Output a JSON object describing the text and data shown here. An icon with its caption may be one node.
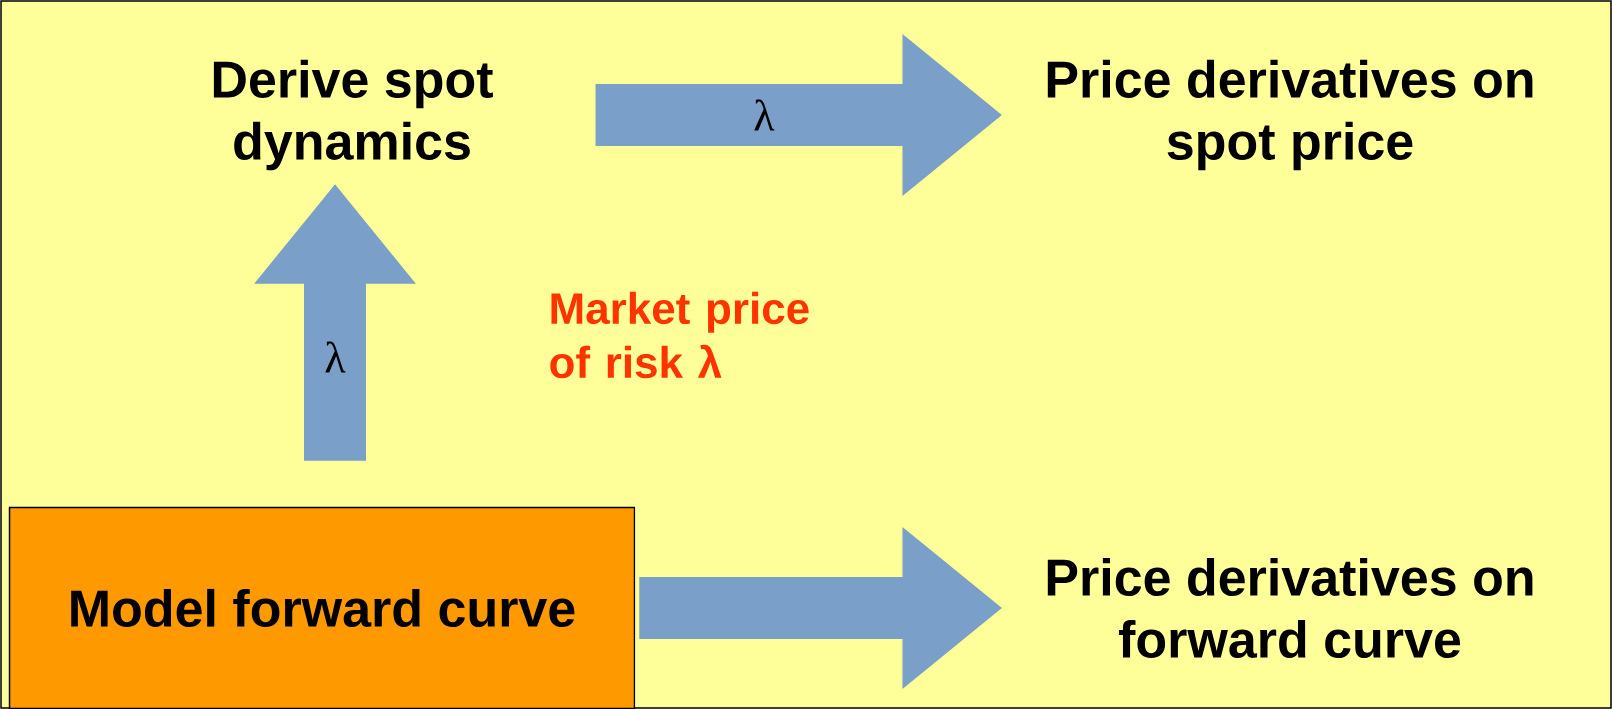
{
  "diagram": {
    "nodes": [
      {
        "text": [
          "Derive spot dynamics"
        ]
      },
      {
        "text": [
          "Price derivatives on spot price"
        ]
      },
      {
        "text": [
          "Model forward curve"
        ]
      },
      {
        "text": [
          "Price derivatives on forward curve"
        ]
      }
    ],
    "edges": [
      {
        "from": 2,
        "to": 0,
        "arrow": "to",
        "label": "λ"
      },
      {
        "from": 0,
        "to": 1,
        "arrow": "to",
        "label": "λ"
      },
      {
        "from": 2,
        "to": 3,
        "arrow": "to"
      }
    ],
    "labels": [
      "Market price of risk λ"
    ]
  }
}
